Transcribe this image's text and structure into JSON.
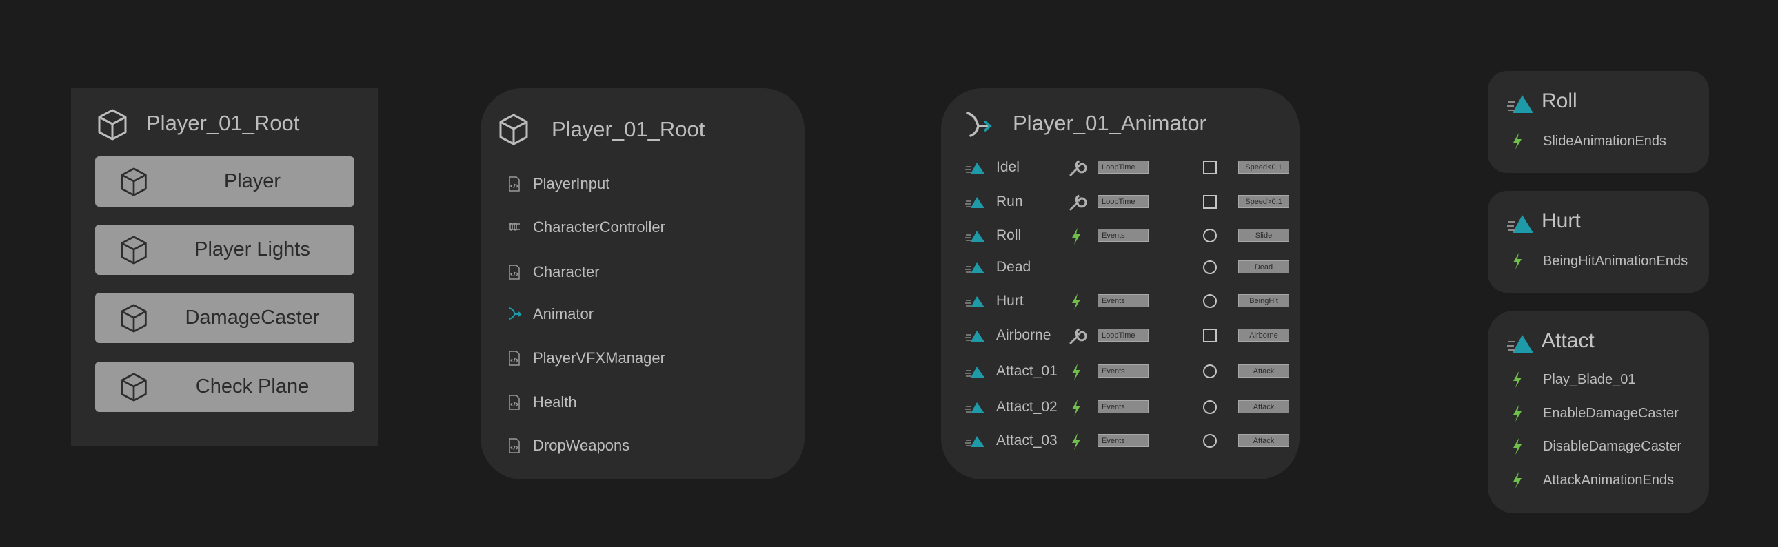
{
  "colors": {
    "background": "#1c1c1c",
    "panel": "#2b2b2b",
    "button": "#9a9a9a",
    "teal": "#1f9aa8",
    "green": "#6fbf4a"
  },
  "hierarchy_panel": {
    "title": "Player_01_Root",
    "buttons": [
      "Player",
      "Player Lights",
      "DamageCaster",
      "Check Plane"
    ]
  },
  "components_panel": {
    "title": "Player_01_Root",
    "items": [
      {
        "label": "PlayerInput",
        "icon": "script-icon"
      },
      {
        "label": "CharacterController",
        "icon": "character-controller-icon"
      },
      {
        "label": "Character",
        "icon": "script-icon"
      },
      {
        "label": "Animator",
        "icon": "animator-icon"
      },
      {
        "label": "PlayerVFXManager",
        "icon": "script-icon"
      },
      {
        "label": "Health",
        "icon": "script-icon"
      },
      {
        "label": "DropWeapons",
        "icon": "script-icon"
      }
    ]
  },
  "animator_panel": {
    "title": "Player_01_Animator",
    "states": [
      {
        "name": "Idel",
        "action": "wrench",
        "tag": "LoopTime",
        "check": "square",
        "condition": "Speed<0.1"
      },
      {
        "name": "Run",
        "action": "wrench",
        "tag": "LoopTime",
        "check": "square",
        "condition": "Speed>0.1"
      },
      {
        "name": "Roll",
        "action": "bolt",
        "tag": "Events",
        "check": "circle",
        "condition": "Slide"
      },
      {
        "name": "Dead",
        "action": "",
        "tag": "",
        "check": "circle",
        "condition": "Dead"
      },
      {
        "name": "Hurt",
        "action": "bolt",
        "tag": "Events",
        "check": "circle",
        "condition": "BeingHit"
      },
      {
        "name": "Airborne",
        "action": "wrench",
        "tag": "LoopTime",
        "check": "square",
        "condition": "Airborne"
      },
      {
        "name": "Attact_01",
        "action": "bolt",
        "tag": "Events",
        "check": "circle",
        "condition": "Attack"
      },
      {
        "name": "Attact_02",
        "action": "bolt",
        "tag": "Events",
        "check": "circle",
        "condition": "Attack"
      },
      {
        "name": "Attact_03",
        "action": "bolt",
        "tag": "Events",
        "check": "circle",
        "condition": "Attack"
      }
    ]
  },
  "event_panels": [
    {
      "title": "Roll",
      "events": [
        "SlideAnimationEnds"
      ]
    },
    {
      "title": "Hurt",
      "events": [
        "BeingHitAnimationEnds"
      ]
    },
    {
      "title": "Attact",
      "events": [
        "Play_Blade_01",
        "EnableDamageCaster",
        "DisableDamageCaster",
        "AttackAnimationEnds"
      ]
    }
  ]
}
